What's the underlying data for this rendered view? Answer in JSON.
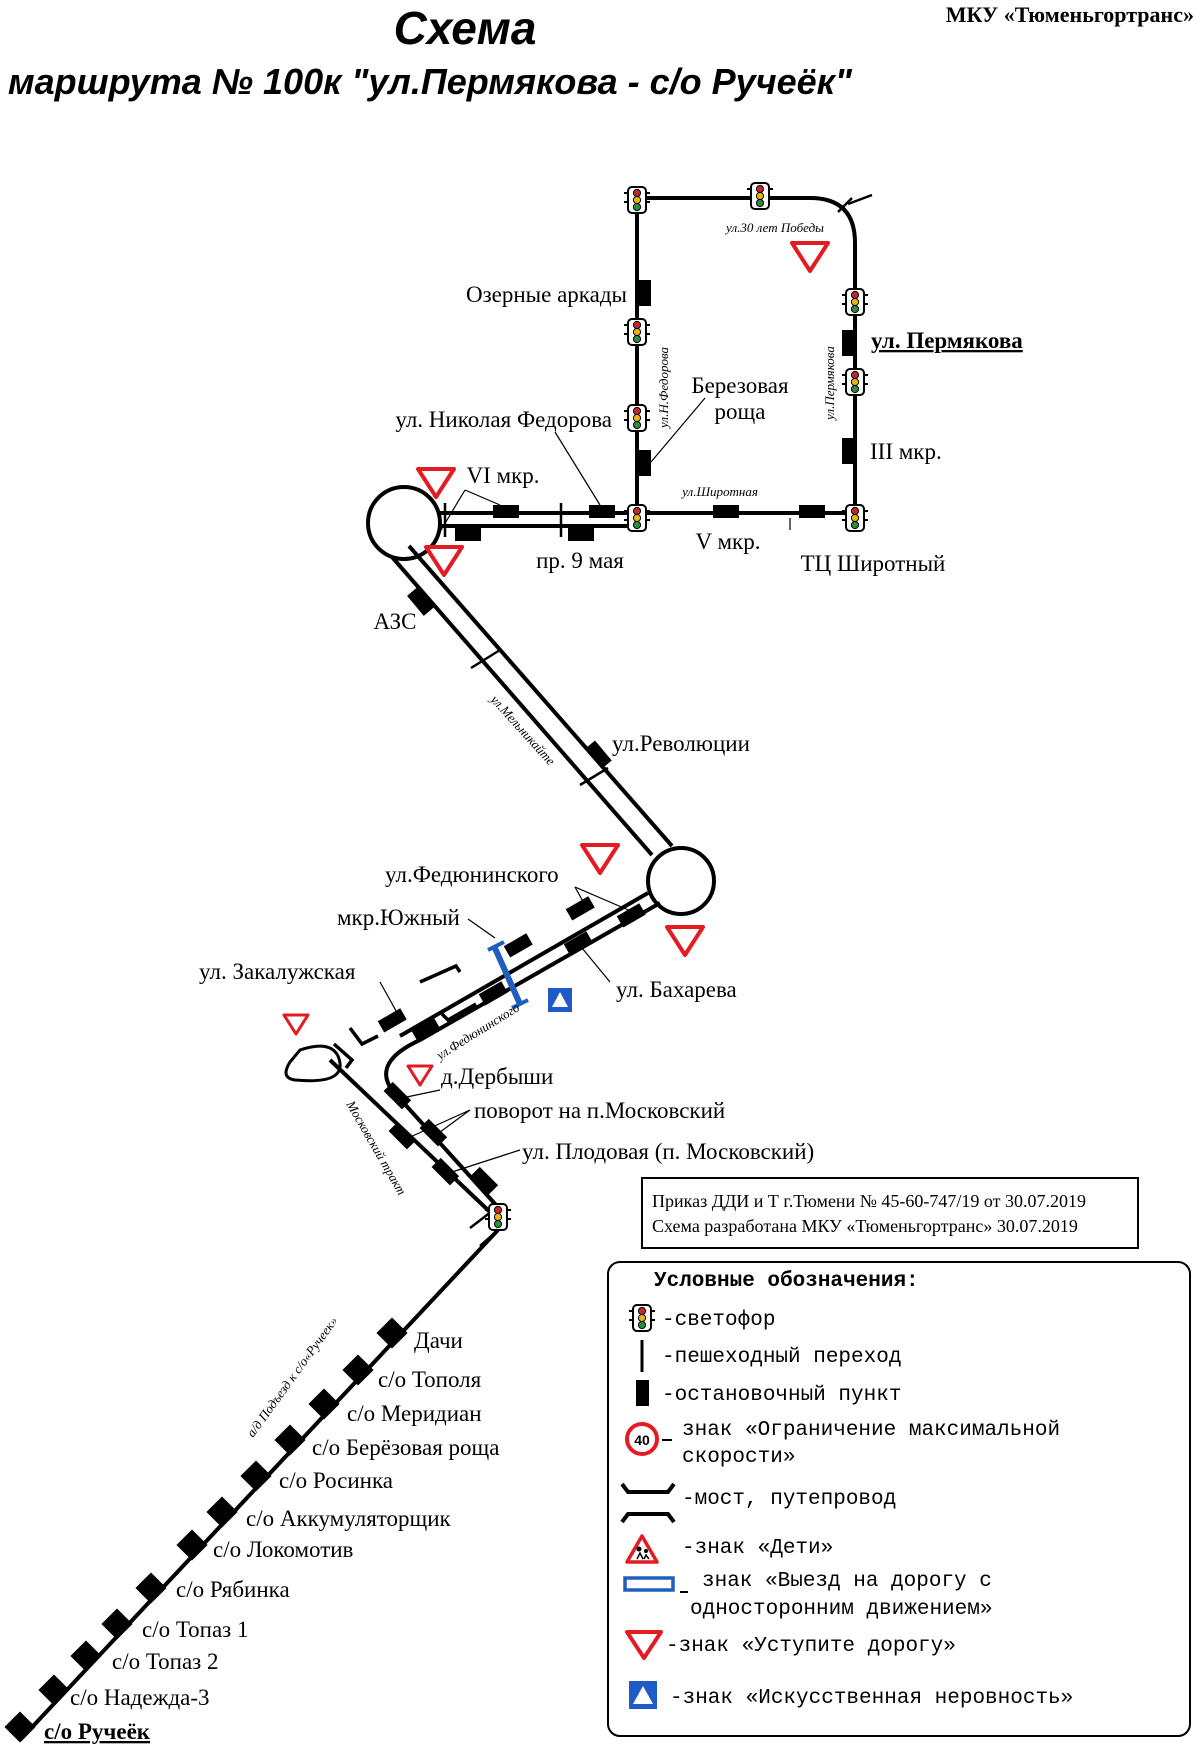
{
  "header": {
    "title": "Схема",
    "subtitle": "маршрута № 100к \"ул.Пермякова - с/о Ручеёк\"",
    "org": "МКУ «Тюменьгортранс»"
  },
  "labels": {
    "ozernye": "Озерные аркады",
    "permyakova_stop": "ул. Пермякова",
    "berezovaya_1": "Березовая",
    "berezovaya_2": "роща",
    "nik_fedorova": "ул. Николая Федорова",
    "vi_mkr": "VI мкр.",
    "iii_mkr": "III мкр.",
    "v_mkr": "V мкр.",
    "pr9maya": "пр. 9 мая",
    "tc_shirotny": "ТЦ Широтный",
    "azs": "АЗС",
    "revolyucii": "ул.Революции",
    "fedyuninskogo": "ул.Федюнинского",
    "yuzhny": "мкр.Южный",
    "zakaluzhskaya": "ул. Закалужская",
    "bahareva": "ул. Бахарева",
    "derbyshi": "д.Дербыши",
    "povorot": "поворот на п.Московский",
    "plodovaya": "ул. Плодовая (п. Московский)"
  },
  "street_names": {
    "pobedy": "ул.30 лет Победы",
    "fedorova_v": "ул.Н.Федорова",
    "permyakova_v": "ул.Пермякова",
    "shirotnaya": "ул.Широтная",
    "melnikaite": "ул.Мельникайте",
    "fedyuninskogo_s": "ул.Федюнинского",
    "moskovsky": "Московский тракт",
    "podezd": "а/д Подъезд к с/о«Ручеек»"
  },
  "southern_stops": [
    "Дачи",
    "с/о Тополя",
    "с/о Меридиан",
    "с/о Берёзовая роща",
    "с/о Росинка",
    "с/о Аккумуляторщик",
    "с/о Локомотив",
    "с/о Рябинка",
    "с/о Топаз 1",
    "с/о Топаз 2",
    "с/о Надежда-3",
    "с/о Ручеёк"
  ],
  "order": {
    "line1": "Приказ ДДИ и Т г.Тюмени № 45-60-747/19 от 30.07.2019",
    "line2": "Схема разработана МКУ «Тюменьгортранс» 30.07.2019"
  },
  "legend": {
    "title": "Условные обозначения:",
    "traffic_light": "-светофор",
    "crossing": "-пешеходный переход",
    "stop": "-остановочный пункт",
    "speed_sign": "40",
    "speed_1": "знак «Ограничение максимальной",
    "speed_2": "скорости»",
    "bridge": "-мост, путепровод",
    "children": "-знак «Дети»",
    "oneway_1": "знак «Выезд на дорогу с",
    "oneway_2": "односторонним движением»",
    "yield": "-знак «Уступите дорогу»",
    "bump": "-знак «Искусственная неровность»"
  },
  "colors": {
    "road": "#000000",
    "yield_sign": "#e31b23",
    "oneway_sign": "#1f5fbf",
    "bump_sign": "#1e5bc6",
    "legend_border": "#000000"
  },
  "icons": [
    "traffic-light-icon",
    "crossing-icon",
    "stop-icon",
    "speed-limit-icon",
    "bridge-icon",
    "children-icon",
    "oneway-icon",
    "yield-icon",
    "bump-icon"
  ]
}
